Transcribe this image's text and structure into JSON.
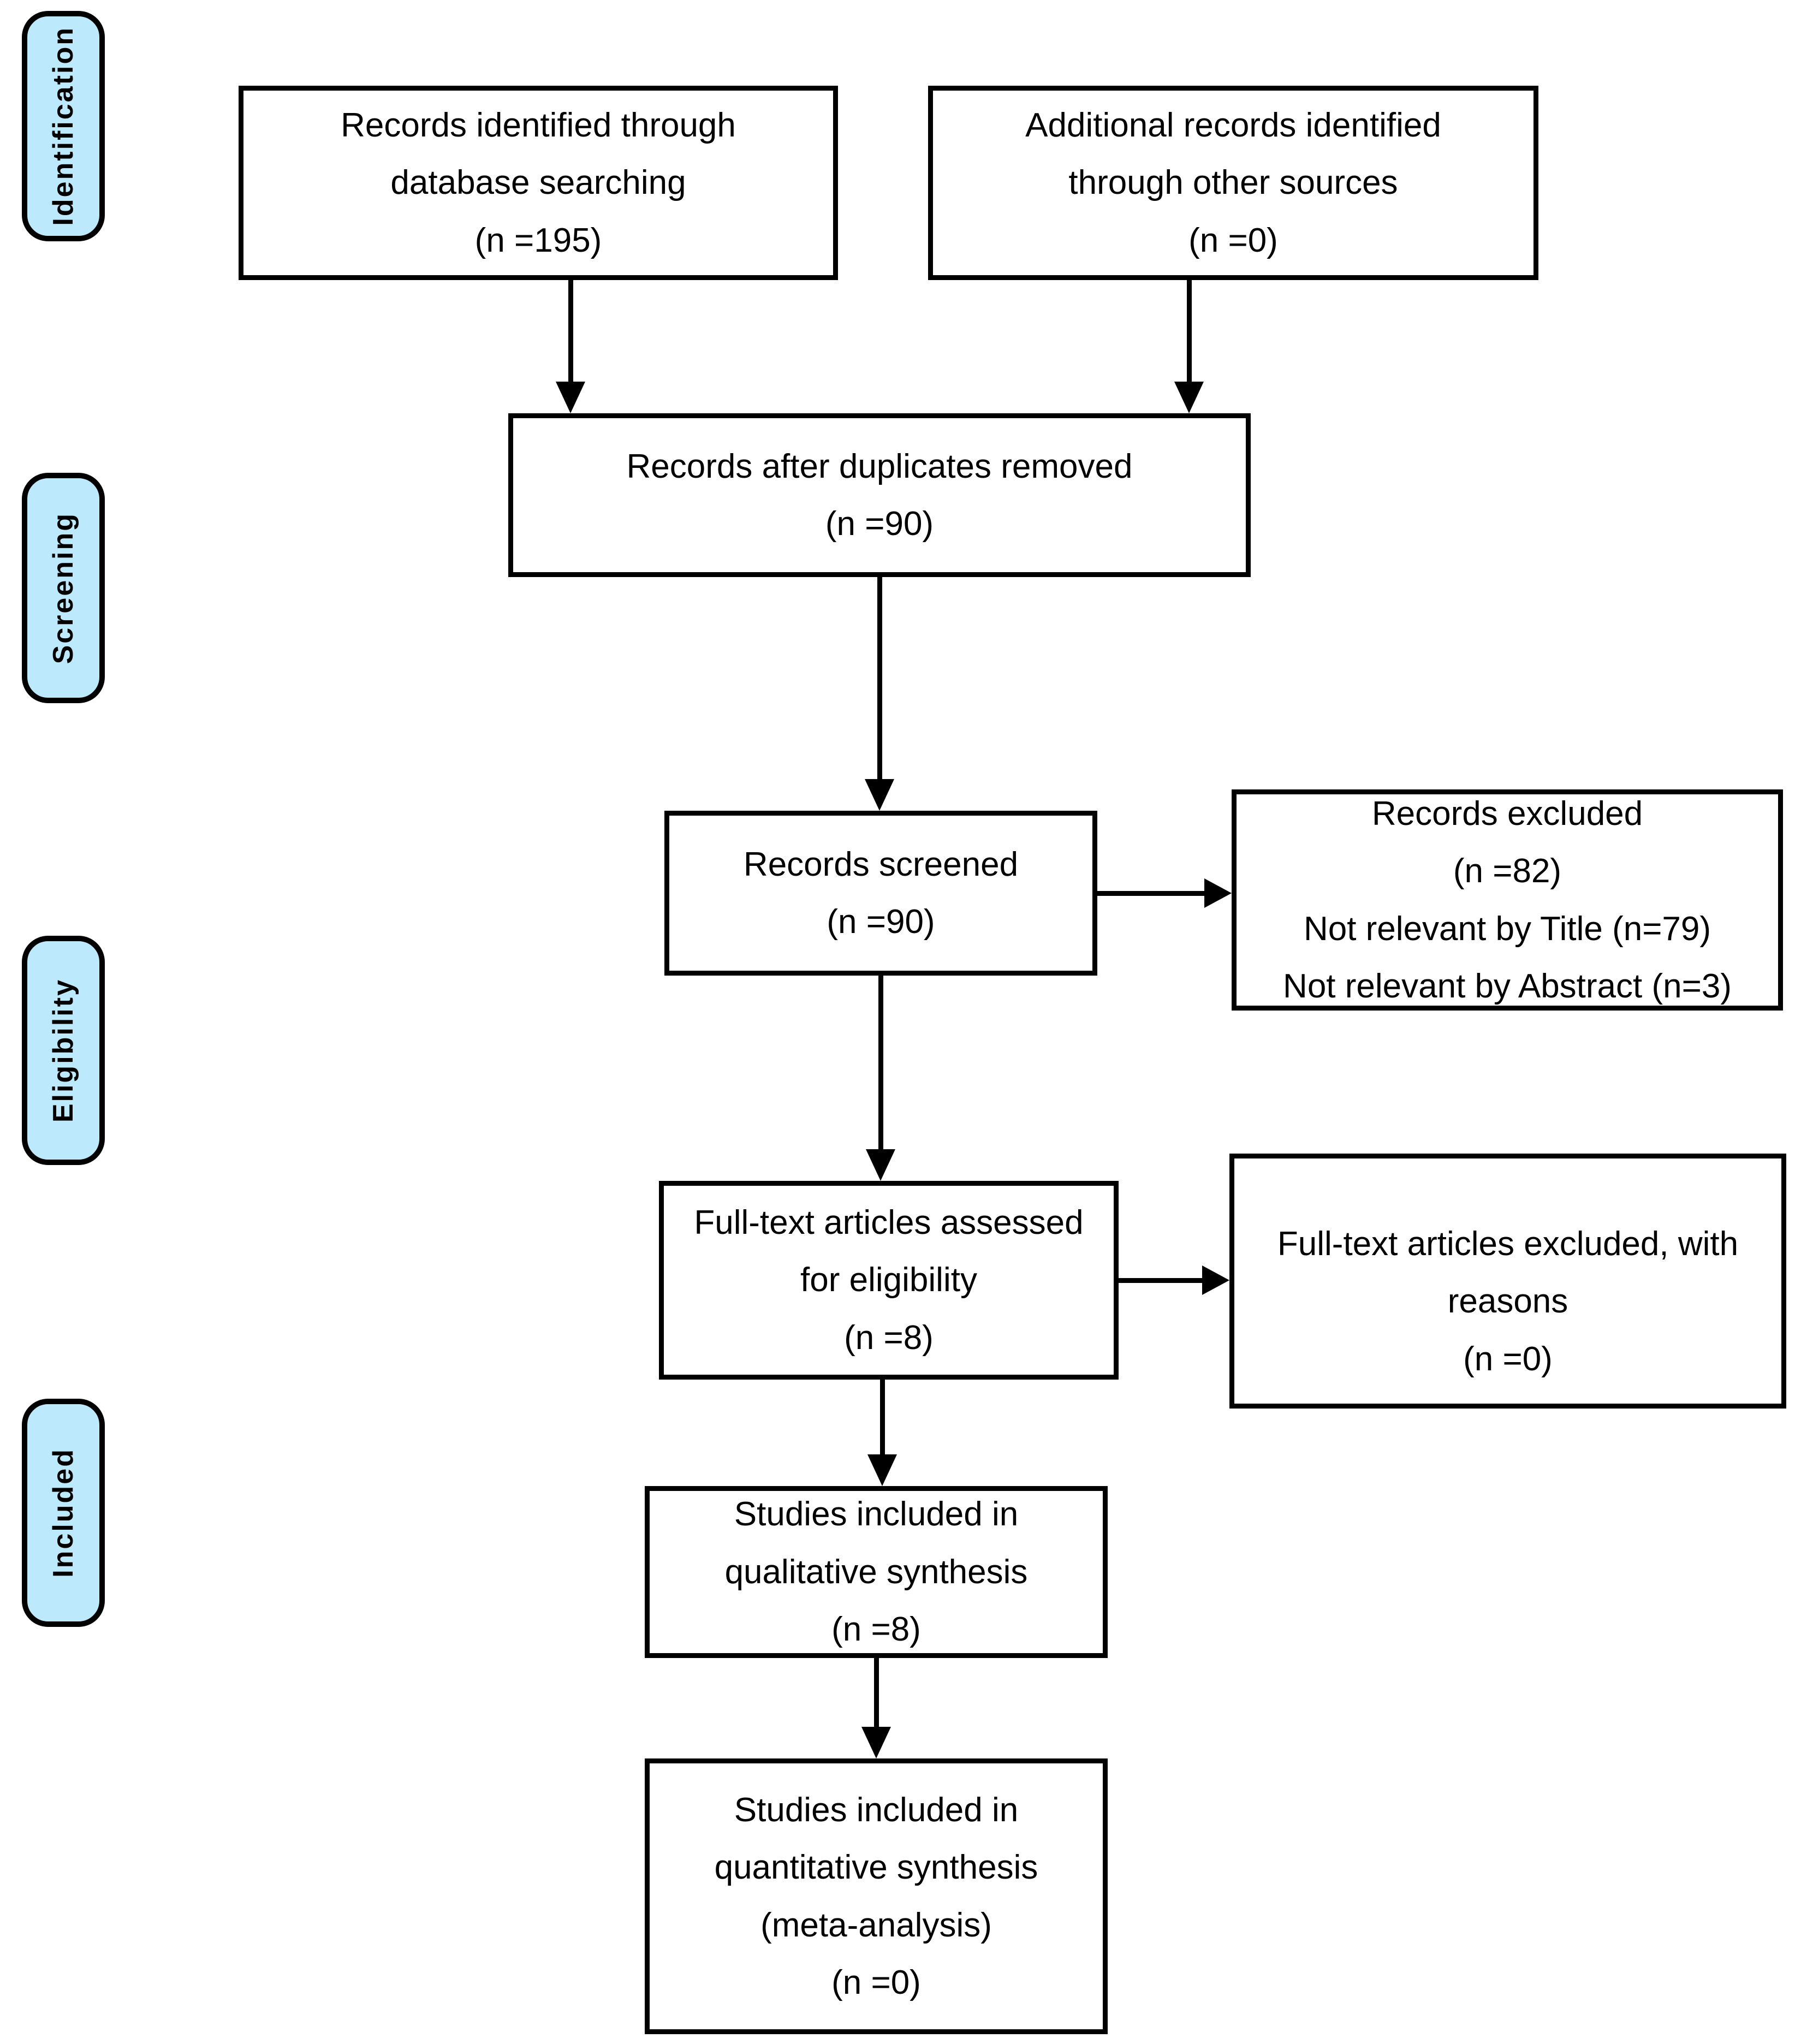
{
  "diagram": {
    "type": "prisma-flowchart",
    "colors": {
      "stage_fill": "#BCE9FB",
      "box_fill": "#FFFFFF",
      "line": "#000000"
    },
    "stages": [
      {
        "label": "Identification"
      },
      {
        "label": "Screening"
      },
      {
        "label": "Eligibility"
      },
      {
        "label": "Included"
      }
    ],
    "boxes": {
      "records_database": {
        "lines": [
          "Records identified through",
          "database searching",
          "(n =195)"
        ]
      },
      "records_other": {
        "lines": [
          "Additional records identified",
          "through other sources",
          "(n =0)"
        ]
      },
      "after_duplicates": {
        "lines": [
          "Records after duplicates removed",
          "(n =90)"
        ]
      },
      "screened": {
        "lines": [
          "Records screened",
          "(n =90)"
        ]
      },
      "records_excluded": {
        "lines": [
          "Records excluded",
          "(n =82)",
          "Not relevant by Title (n=79)",
          "Not relevant by Abstract (n=3)"
        ]
      },
      "fulltext_assessed": {
        "lines": [
          "Full-text articles assessed",
          "for eligibility",
          "(n =8)"
        ]
      },
      "fulltext_excluded": {
        "lines": [
          "Full-text articles excluded, with",
          "reasons",
          "(n =0)"
        ]
      },
      "qualitative": {
        "lines": [
          "Studies included in",
          "qualitative synthesis",
          "(n =8)"
        ]
      },
      "quantitative": {
        "lines": [
          "Studies included in",
          "quantitative synthesis",
          "(meta-analysis)",
          "(n =0)"
        ]
      }
    }
  }
}
